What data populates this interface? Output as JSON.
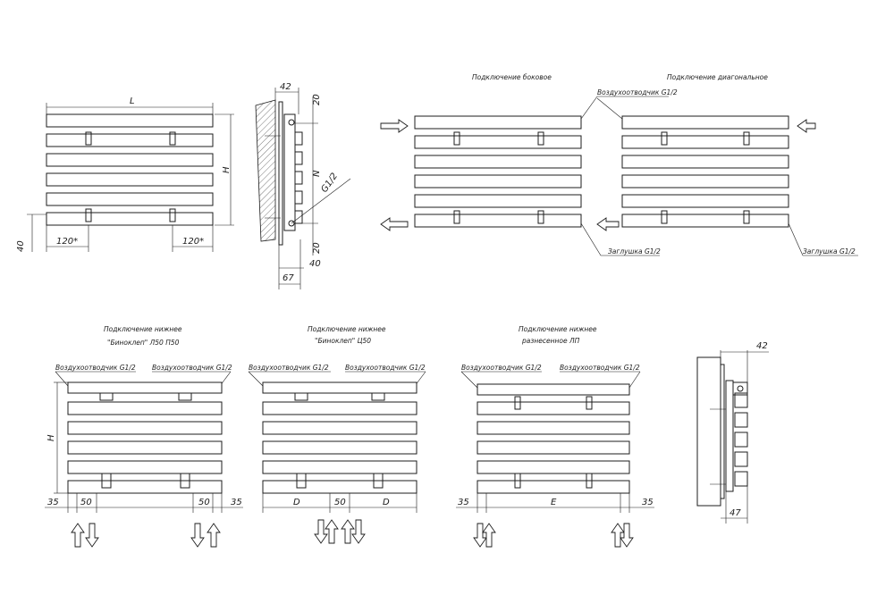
{
  "views": {
    "front": {
      "width_label": "L",
      "height_label": "H",
      "offset_label": "40",
      "spacing_left": "120*",
      "spacing_right": "120*"
    },
    "side": {
      "top_label": "42",
      "top_gap": "20",
      "center_label": "N",
      "thread": "G1/2",
      "bottom_gap": "20",
      "bottom_label": "40",
      "depth_label": "67"
    },
    "side_connection": {
      "title": "Подключение боковое",
      "air_vent": "Воздухоотводчик G1/2",
      "plug": "Заглушка G1/2"
    },
    "diagonal_connection": {
      "title": "Подключение диагональное",
      "plug": "Заглушка G1/2"
    },
    "bottom_bimax": {
      "title_line1": "Подключение нижнее",
      "title_line2": "\"Биноклеп\" Л50 П50",
      "vent_left": "Воздухоотводчик G1/2",
      "vent_right": "Воздухоотводчик G1/2",
      "height_label": "H",
      "d35_left": "35",
      "d50_left": "50",
      "d50_right": "50",
      "d35_right": "35"
    },
    "bottom_center": {
      "title_line1": "Подключение нижнее",
      "title_line2": "\"Биноклеп\" Ц50",
      "vent_left": "Воздухоотводчик G1/2",
      "vent_right": "Воздухоотводчик G1/2",
      "d_left": "D",
      "d_mid": "50",
      "d_right": "D"
    },
    "bottom_spread": {
      "title_line1": "Подключение нижнее",
      "title_line2": "разнесенное ЛП",
      "vent_left": "Воздухоотводчик G1/2",
      "vent_right": "Воздухоотводчик G1/2",
      "d35_left": "35",
      "e_label": "E",
      "d35_right": "35"
    },
    "side_small": {
      "top_label": "42",
      "bottom_label": "47"
    }
  },
  "colors": {
    "line": "#1c1c1c",
    "background": "#ffffff"
  }
}
